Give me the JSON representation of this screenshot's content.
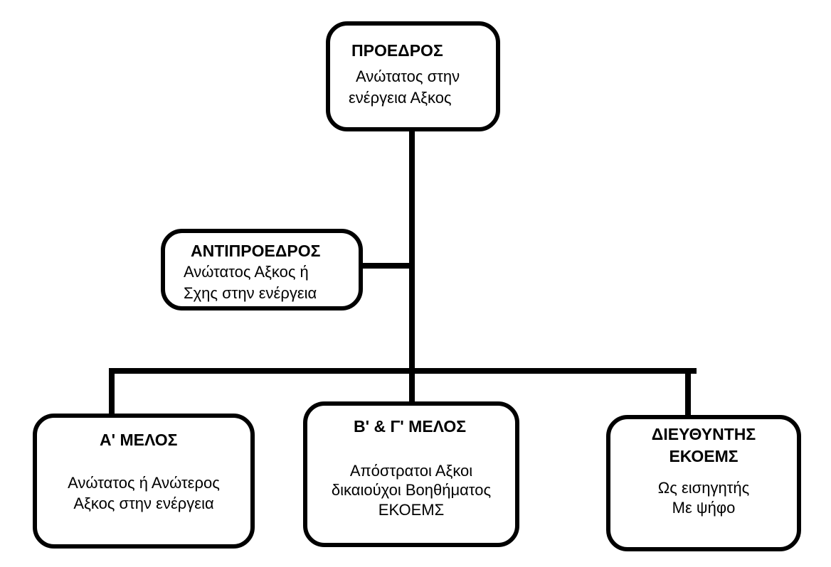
{
  "colors": {
    "line": "#000000",
    "background": "#ffffff"
  },
  "president": {
    "title": "ΠΡΟΕΔΡΟΣ",
    "lines": [
      "Ανώτατος στην",
      "ενέργεια Αξκος"
    ]
  },
  "vice_president": {
    "title": "ΑΝΤΙΠΡΟΕΔΡΟΣ",
    "lines": [
      "Ανώτατος Αξκος ή",
      "Σχης στην ενέργεια"
    ]
  },
  "member_a": {
    "title": "Α' ΜΕΛΟΣ",
    "lines": [
      "Ανώτατος ή Ανώτερος",
      "Αξκος στην ενέργεια"
    ]
  },
  "member_bc": {
    "title": "Β' & Γ' ΜΕΛΟΣ",
    "lines": [
      "Απόστρατοι Αξκοι",
      "δικαιούχοι Βοηθήματος",
      "ΕΚΟΕΜΣ"
    ]
  },
  "director": {
    "title_lines": [
      "ΔΙΕΥΘΥΝΤΗΣ",
      "ΕΚΟΕΜΣ"
    ],
    "lines": [
      "Ως εισηγητής",
      "Με ψήφο"
    ]
  }
}
